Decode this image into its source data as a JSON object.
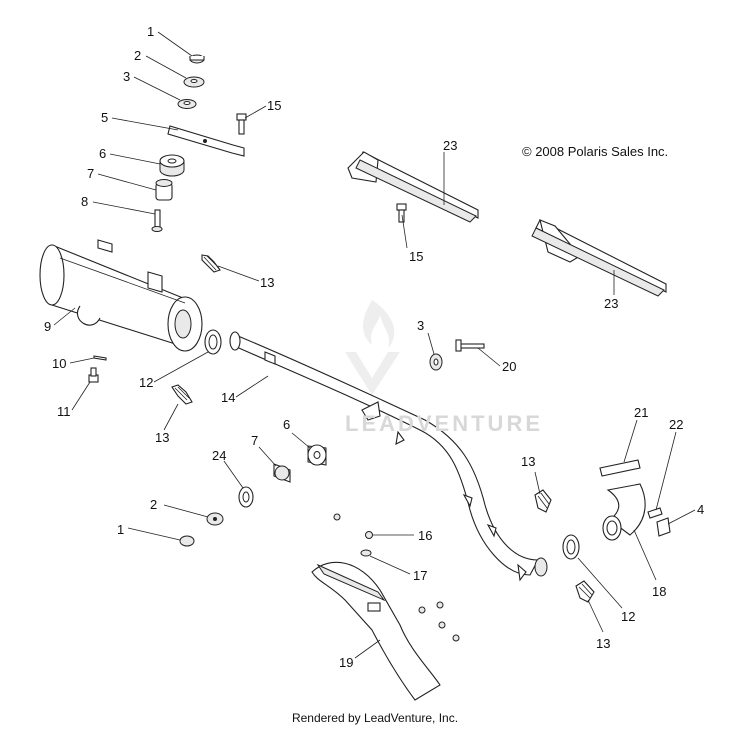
{
  "copyright": "© 2008 Polaris Sales Inc.",
  "footer": "Rendered by LeadVenture, Inc.",
  "watermark": "LEADVENTURE",
  "callouts": [
    "1",
    "2",
    "3",
    "5",
    "15",
    "6",
    "7",
    "8",
    "23",
    "15",
    "13",
    "23",
    "9",
    "3",
    "20",
    "10",
    "12",
    "11",
    "14",
    "13",
    "21",
    "6",
    "7",
    "24",
    "13",
    "22",
    "4",
    "2",
    "16",
    "1",
    "17",
    "18",
    "12",
    "13",
    "19"
  ]
}
